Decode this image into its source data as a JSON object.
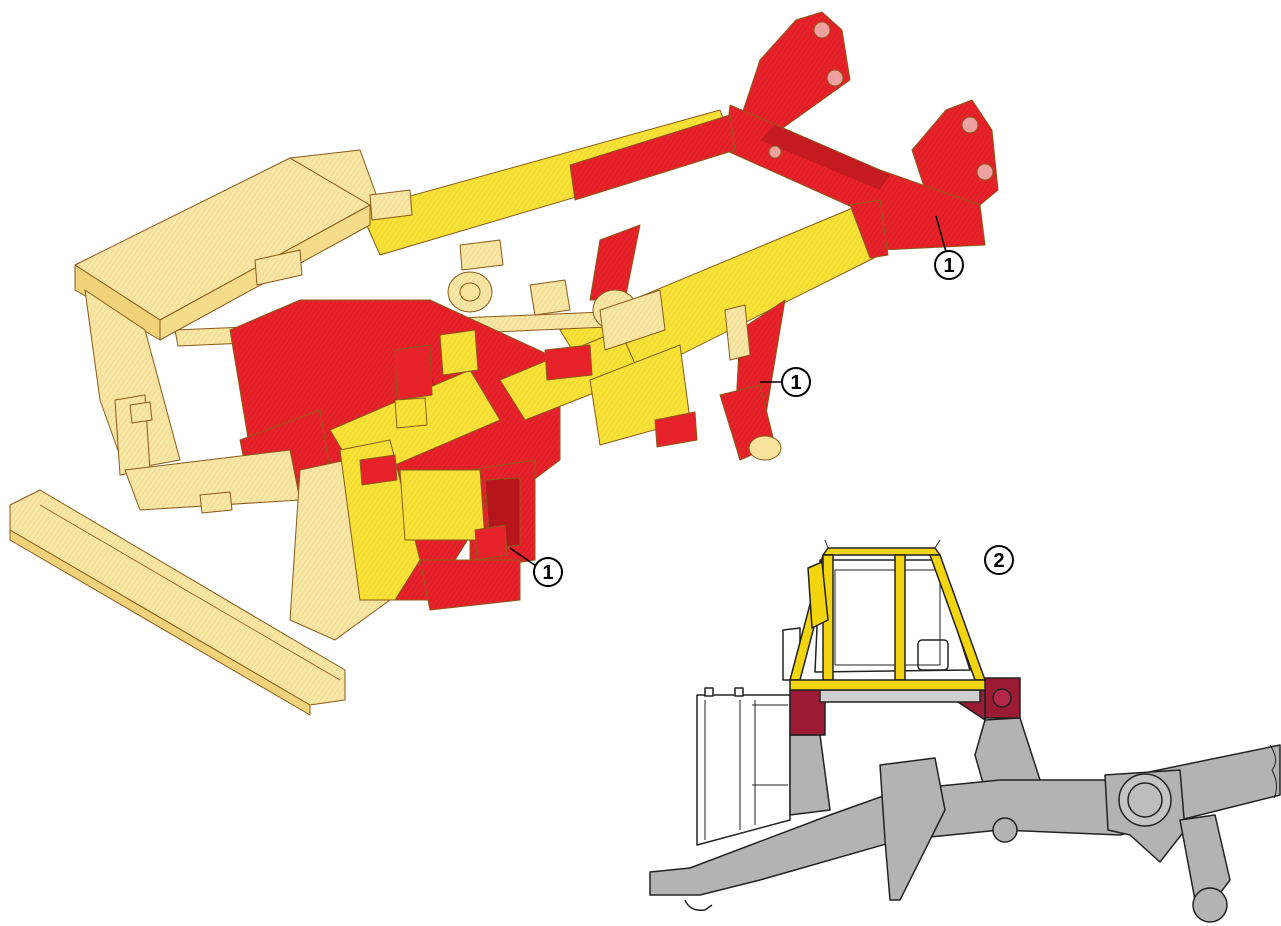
{
  "callouts": [
    {
      "id": "c1a",
      "label": "1"
    },
    {
      "id": "c1b",
      "label": "1"
    },
    {
      "id": "c1c",
      "label": "1"
    },
    {
      "id": "c2",
      "label": "2"
    }
  ],
  "colors": {
    "frame_yellow": "#f6e23a",
    "frame_pale": "#f7e39c",
    "high_strength_red": "#e8222a",
    "red_dark": "#c41a22",
    "rops_yellow": "#f2d40f",
    "cab_mount_maroon": "#9b1b35",
    "frame_grey": "#b3b3b3",
    "outline": "#8a5a1a"
  }
}
